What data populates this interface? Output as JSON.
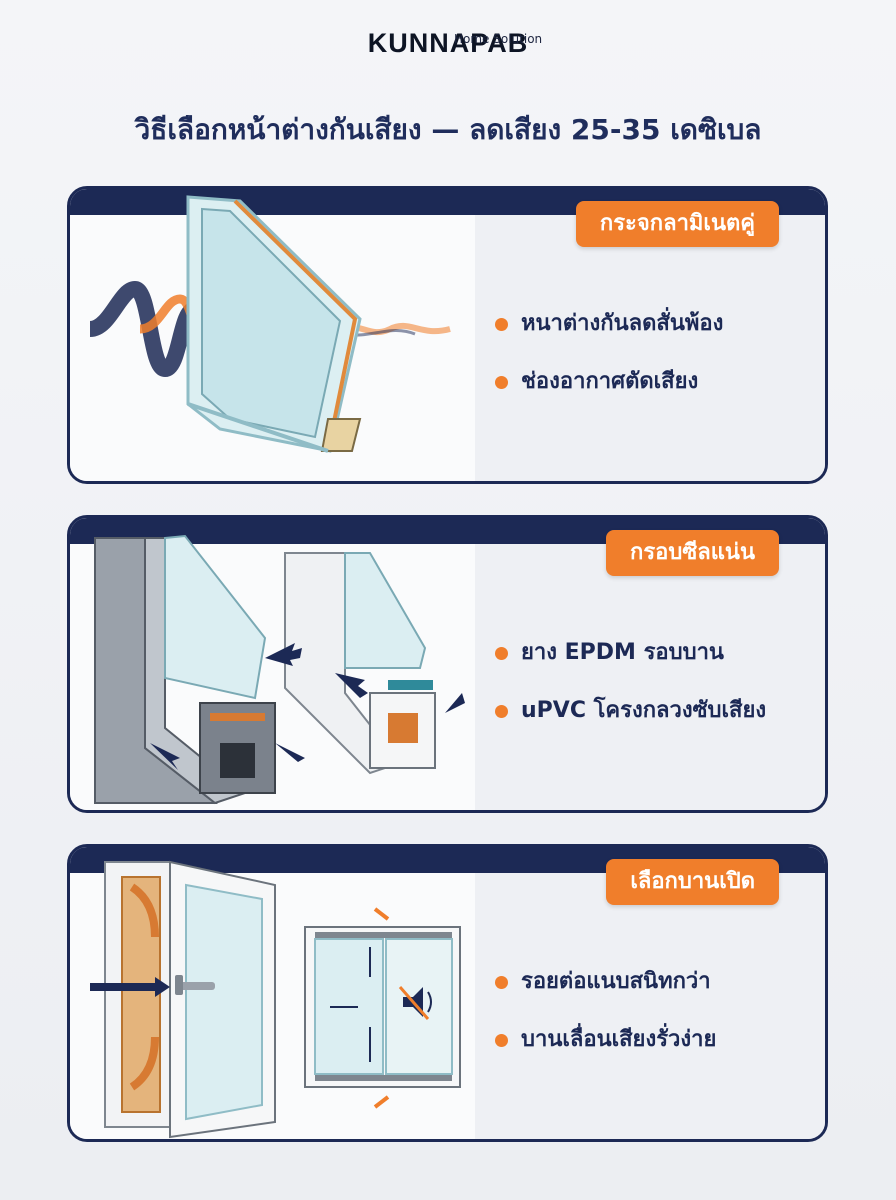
{
  "brand": {
    "name": "KUNNAPAB",
    "sub": "Home Solution"
  },
  "title": "วิธีเลือกหน้าต่างกันเสียง — ลดเสียง 25-35 เดซิเบล",
  "cards": [
    {
      "heading": "กระจกลามิเนตคู่",
      "bullets": [
        "หนาต่างกันลดสั่นพ้อง",
        "ช่องอากาศตัดเสียง"
      ]
    },
    {
      "heading": "กรอบซีลแน่น",
      "bullets": [
        "ยาง EPDM รอบบาน",
        "uPVC โครงกลวงซับเสียง"
      ]
    },
    {
      "heading": "เลือกบานเปิด",
      "bullets": [
        "รอยต่อแนบสนิทกว่า",
        "บานเลื่อนเสียงรั่วง่าย"
      ]
    }
  ],
  "colors": {
    "navy": "#1c2955",
    "orange": "#f07e2b"
  },
  "icons": [
    "sound-wave-icon",
    "double-glazing-icon",
    "frame-profile-icon",
    "casement-window-icon",
    "sliding-window-icon",
    "mute-speaker-icon",
    "arrow-icon"
  ]
}
